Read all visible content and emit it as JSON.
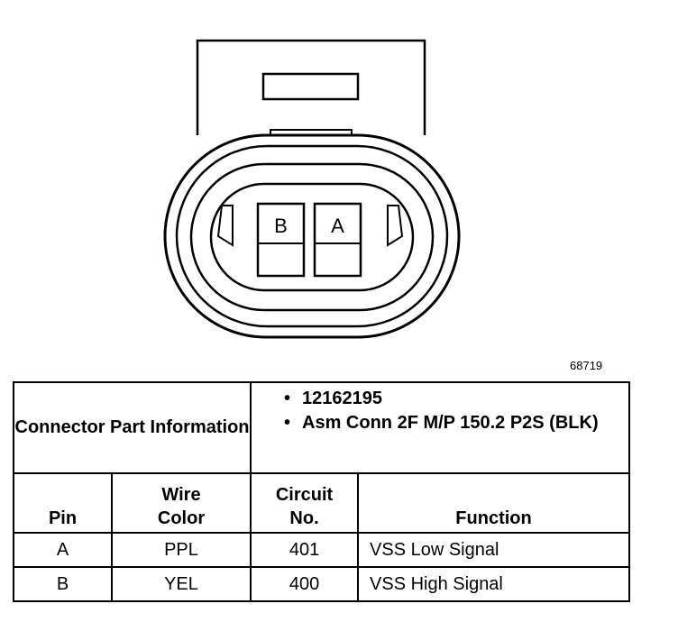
{
  "diagram": {
    "pin_labels": [
      "B",
      "A"
    ],
    "figure_id": "68719"
  },
  "table": {
    "part_info_label": "Connector Part Information",
    "part_items": [
      "12162195",
      "Asm Conn 2F M/P 150.2 P2S (BLK)"
    ],
    "headers": {
      "pin": "Pin",
      "wire_color": "Wire Color",
      "circuit": "Circuit No.",
      "function": "Function"
    },
    "rows": [
      {
        "pin": "A",
        "color": "PPL",
        "circuit": "401",
        "function": "VSS Low Signal"
      },
      {
        "pin": "B",
        "color": "YEL",
        "circuit": "400",
        "function": "VSS High Signal"
      }
    ]
  }
}
